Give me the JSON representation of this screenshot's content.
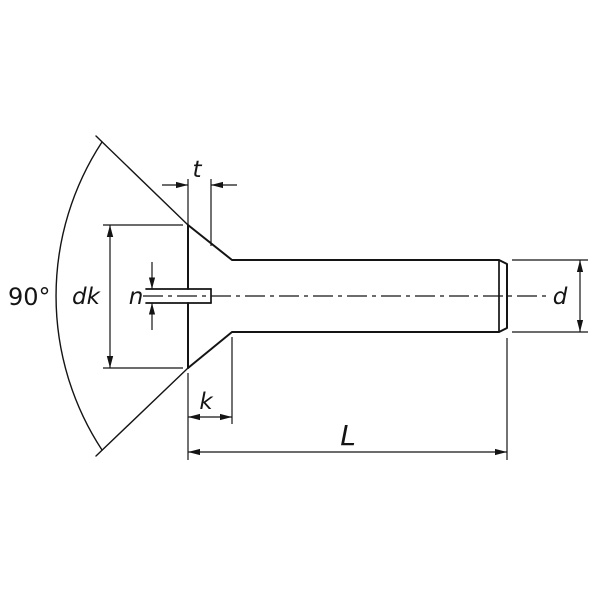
{
  "drawing": {
    "labels": {
      "countersink_angle": "90°",
      "head_diameter": "dk",
      "slot_width": "n",
      "slot_depth": "t",
      "head_height": "k",
      "total_length": "L",
      "thread_diameter": "d"
    },
    "colors": {
      "line": "#141414",
      "background": "#ffffff"
    }
  }
}
